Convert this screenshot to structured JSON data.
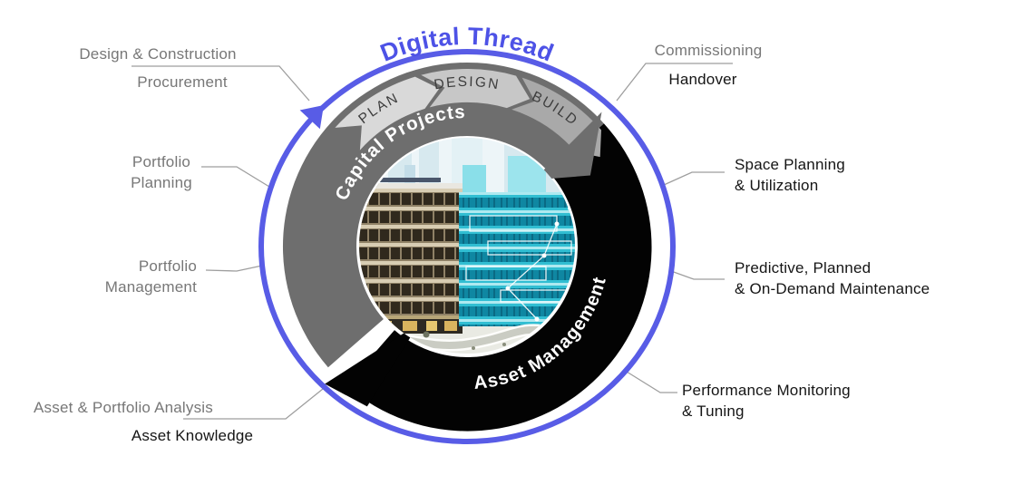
{
  "diagram": {
    "title": "Digital Thread",
    "cycle": {
      "capital_projects_label": "Capital Projects",
      "asset_management_label": "Asset Management",
      "phases": [
        "PLAN",
        "DESIGN",
        "BUILD"
      ]
    },
    "colors": {
      "thread_blue": "#585ce6",
      "capital_gray": "#6e6e6e",
      "asset_black": "#000000",
      "plan_gray": "#d9d9d9",
      "design_gray": "#c7c7c7",
      "build_gray": "#a9a9a9",
      "callout_gray": "#777777",
      "callout_black": "#151515"
    },
    "callouts_left": [
      {
        "id": "design-construction",
        "lines": [
          "Design & Construction"
        ],
        "tone": "gray"
      },
      {
        "id": "procurement",
        "lines": [
          "Procurement"
        ],
        "tone": "gray"
      },
      {
        "id": "portfolio-planning",
        "lines": [
          "Portfolio",
          "Planning"
        ],
        "tone": "gray"
      },
      {
        "id": "portfolio-management",
        "lines": [
          "Portfolio",
          "Management"
        ],
        "tone": "gray"
      },
      {
        "id": "asset-portfolio-analysis",
        "lines": [
          "Asset & Portfolio Analysis"
        ],
        "tone": "gray"
      },
      {
        "id": "asset-knowledge",
        "lines": [
          "Asset Knowledge"
        ],
        "tone": "black"
      }
    ],
    "callouts_right": [
      {
        "id": "commissioning",
        "lines": [
          "Commissioning"
        ],
        "tone": "gray"
      },
      {
        "id": "handover",
        "lines": [
          "Handover"
        ],
        "tone": "black"
      },
      {
        "id": "space-planning",
        "lines": [
          "Space Planning",
          "& Utilization"
        ],
        "tone": "black"
      },
      {
        "id": "predictive-maintenance",
        "lines": [
          "Predictive, Planned",
          "& On-Demand Maintenance"
        ],
        "tone": "black"
      },
      {
        "id": "performance-monitoring",
        "lines": [
          "Performance Monitoring",
          "& Tuning"
        ],
        "tone": "black"
      }
    ]
  }
}
